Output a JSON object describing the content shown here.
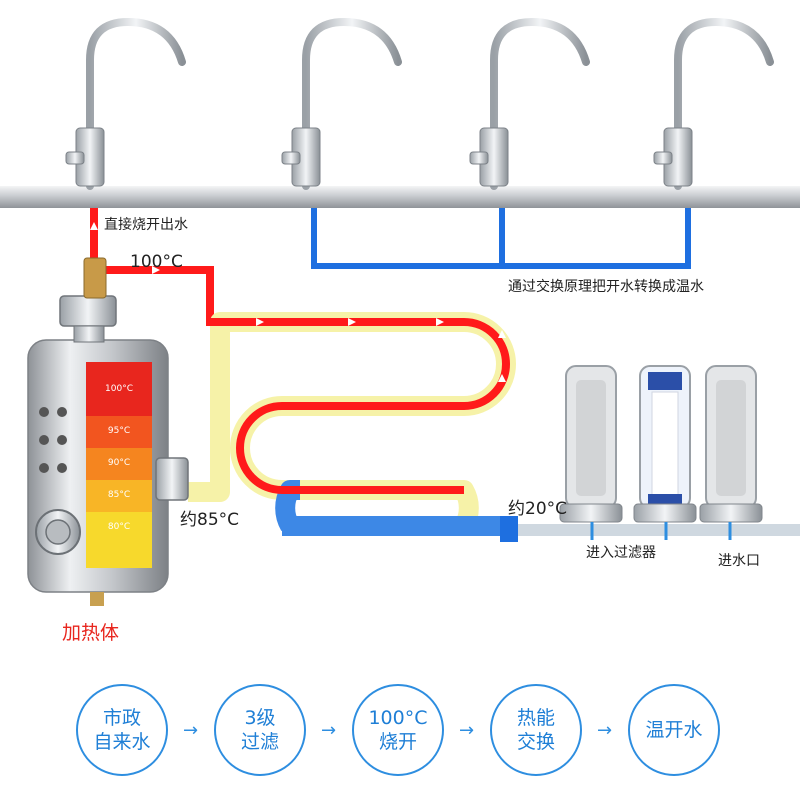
{
  "labels": {
    "direct_boiling": "直接烧开出水",
    "temp_100": "100°C",
    "exchange_principle": "通过交换原理把开水转换成温水",
    "about_85": "约85°C",
    "about_20": "约20°C",
    "into_filter": "进入过滤器",
    "water_inlet": "进水口",
    "heater": "加热体"
  },
  "heater_levels": [
    {
      "label": "100°C",
      "color": "#e8261e"
    },
    {
      "label": "95°C",
      "color": "#f2551f"
    },
    {
      "label": "90°C",
      "color": "#f5851f"
    },
    {
      "label": "85°C",
      "color": "#f8b526"
    },
    {
      "label": "80°C",
      "color": "#f7d92c"
    }
  ],
  "process_steps": [
    {
      "text": "市政\n自来水"
    },
    {
      "text": "3级\n过滤"
    },
    {
      "text": "100°C\n烧开"
    },
    {
      "text": "热能\n交换"
    },
    {
      "text": "温开水"
    }
  ],
  "colors": {
    "hot_pipe": "#ff1a1a",
    "cold_pipe": "#1e6fe0",
    "warm_pipe": "#f6f2a8",
    "main_pipe": "#b8bcc0",
    "accent_blue": "#2e8ee0",
    "heater_label": "#e8261e"
  },
  "icons": [
    "faucet-icon",
    "flow-arrow-icon",
    "filter-cartridge-icon",
    "valve-icon"
  ]
}
